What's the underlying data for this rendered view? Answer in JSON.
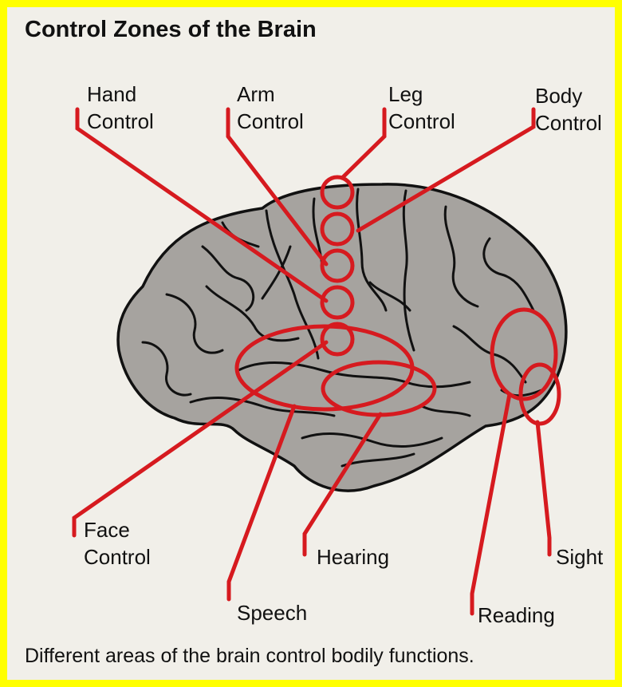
{
  "title": "Control Zones of the Brain",
  "caption": "Different areas of the brain control bodily functions.",
  "labels": {
    "hand": [
      "Hand",
      "Control"
    ],
    "arm": [
      "Arm",
      "Control"
    ],
    "leg": [
      "Leg",
      "Control"
    ],
    "body": [
      "Body",
      "Control"
    ],
    "face": [
      "Face",
      "Control"
    ],
    "hearing": "Hearing",
    "speech": "Speech",
    "reading": "Reading",
    "sight": "Sight"
  },
  "colors": {
    "background": "#ffff00",
    "paper": "#f1efe9",
    "brain": "#a6a39f",
    "outline": "#111111",
    "highlight": "#d61a1f"
  }
}
